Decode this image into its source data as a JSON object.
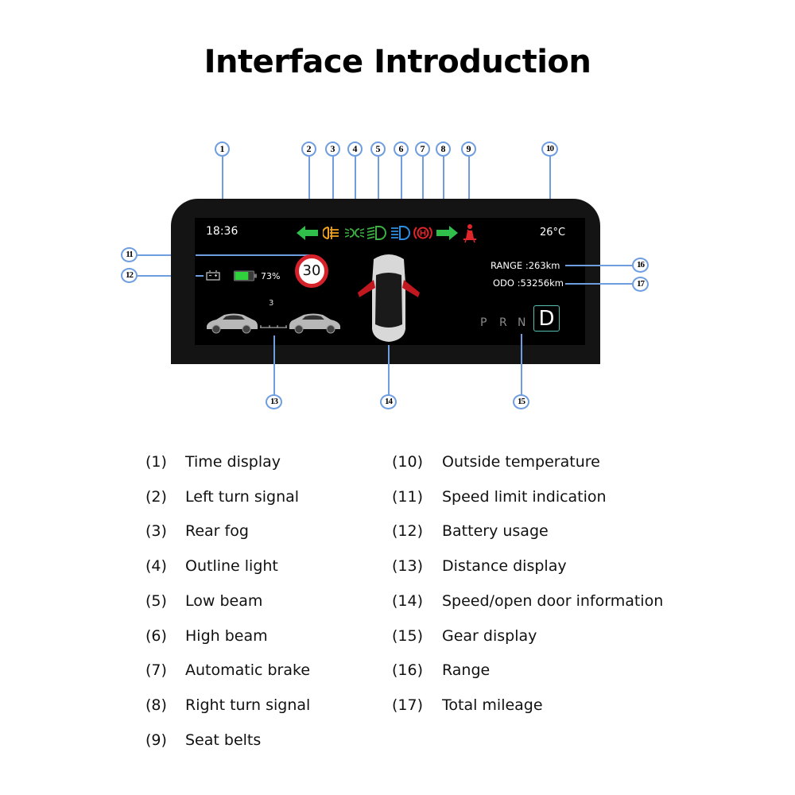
{
  "title": "Interface Introduction",
  "dashboard": {
    "time": "18:36",
    "outside_temperature": "26°C",
    "range": "RANGE :263km",
    "odometer": "ODO :53256km",
    "battery_percent": "73%",
    "battery_level": 0.73,
    "speed_limit": "30",
    "following_distance": "3",
    "gears": [
      "P",
      "R",
      "N",
      "D"
    ],
    "selected_gear": "D",
    "indicators": [
      {
        "icon": "left-turn-arrow-icon",
        "color": "#2fbf4a"
      },
      {
        "icon": "rear-fog-icon",
        "color": "#f0a321"
      },
      {
        "icon": "outline-light-icon",
        "color": "#3cb043"
      },
      {
        "icon": "low-beam-icon",
        "color": "#3cb043"
      },
      {
        "icon": "high-beam-icon",
        "color": "#2f8ee0"
      },
      {
        "icon": "automatic-brake-icon",
        "color": "#e0262b"
      },
      {
        "icon": "right-turn-arrow-icon",
        "color": "#2fbf4a"
      },
      {
        "icon": "seat-belt-icon",
        "color": "#e0262b"
      }
    ],
    "open_doors_color": "#c0181e",
    "gear_highlight_color": "#55c0b0",
    "callout_color": "#6f9ee0"
  },
  "callouts": [
    "1",
    "2",
    "3",
    "4",
    "5",
    "6",
    "7",
    "8",
    "9",
    "10",
    "11",
    "12",
    "13",
    "14",
    "15",
    "16",
    "17"
  ],
  "legend": {
    "left": [
      {
        "num": "(1)",
        "label": "Time display"
      },
      {
        "num": "(2)",
        "label": "Left turn signal"
      },
      {
        "num": "(3)",
        "label": "Rear fog"
      },
      {
        "num": "(4)",
        "label": "Outline light"
      },
      {
        "num": "(5)",
        "label": "Low beam"
      },
      {
        "num": "(6)",
        "label": "High beam"
      },
      {
        "num": "(7)",
        "label": "Automatic brake"
      },
      {
        "num": "(8)",
        "label": "Right turn signal"
      },
      {
        "num": "(9)",
        "label": "Seat belts"
      }
    ],
    "right": [
      {
        "num": "(10)",
        "label": "Outside temperature"
      },
      {
        "num": "(11)",
        "label": "Speed limit indication"
      },
      {
        "num": "(12)",
        "label": "Battery usage"
      },
      {
        "num": "(13)",
        "label": "Distance display"
      },
      {
        "num": "(14)",
        "label": "Speed/open door information"
      },
      {
        "num": "(15)",
        "label": "Gear display"
      },
      {
        "num": "(16)",
        "label": "Range"
      },
      {
        "num": "(17)",
        "label": "Total mileage"
      }
    ]
  }
}
